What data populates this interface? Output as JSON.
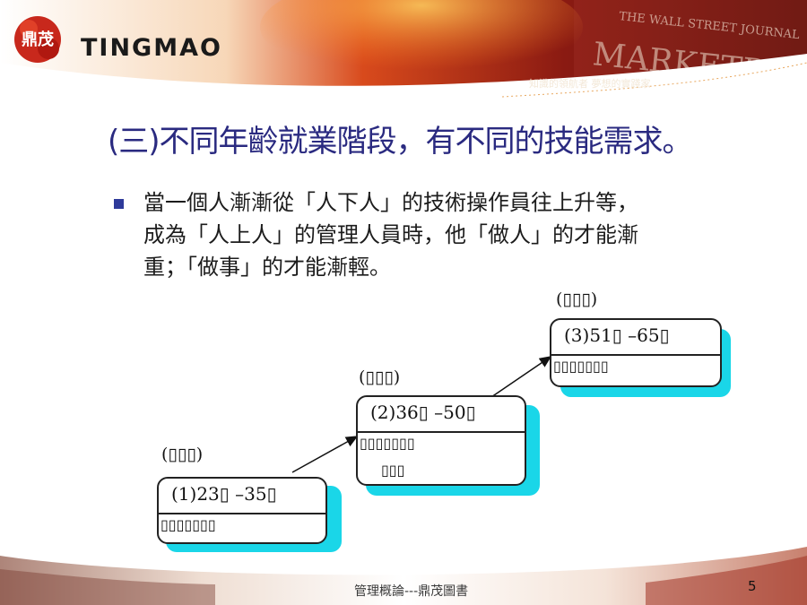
{
  "header": {
    "brand": "TINGMAO",
    "seal_text": "鼎茂",
    "motto": "知識的領航者  夢想的實踐家",
    "newspaper_masthead": "THE WALL STREET JOURNAL",
    "newspaper_section": "MARKETPLACE"
  },
  "slide": {
    "title": "(三)不同年齡就業階段，有不同的技能需求。",
    "bullet_lines": [
      "當一個人漸漸從「人下人」的技術操作員往上升等，",
      "成為「人上人」的管理人員時，他「做人」的才能漸",
      "重；「做事」的才能漸輕。"
    ]
  },
  "stages": [
    {
      "label": "(▯▯▯)",
      "age": "(1)23▯ –35▯",
      "body_lines": [
        "▯▯▯▯▯▯▯"
      ]
    },
    {
      "label": "(▯▯▯)",
      "age": "(2)36▯ –50▯",
      "body_lines": [
        "▯▯▯▯▯▯▯",
        "▯▯▯"
      ]
    },
    {
      "label": "(▯▯▯)",
      "age": "(3)51▯ –65▯",
      "body_lines": [
        "▯▯▯▯▯▯▯"
      ]
    }
  ],
  "footer": {
    "text": "管理概論---鼎茂圖書",
    "page_number": "5"
  },
  "colors": {
    "title": "#2a2a80",
    "bullet": "#2e3a9a",
    "box_shadow": "#1ad6e8",
    "banner_red": "#c0281a"
  }
}
